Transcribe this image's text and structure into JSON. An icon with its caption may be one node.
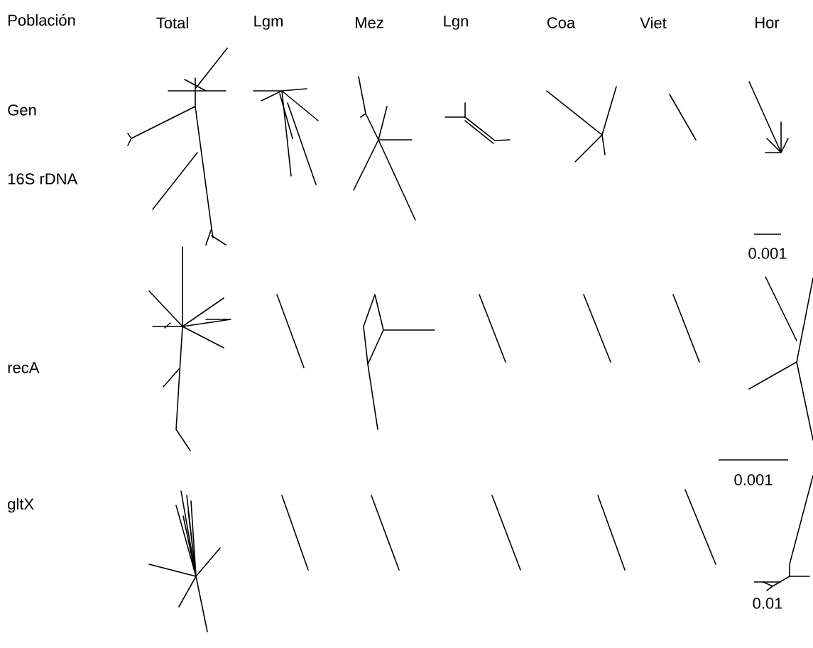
{
  "diagram": {
    "labels": [
      "Población",
      "Total",
      "Lgm",
      "Mez",
      "Lgn",
      "Coa",
      "Viet",
      "Hor",
      "Gen",
      "16S rDNA",
      "0.001",
      "recA",
      "0.001",
      "gltX",
      "0.01"
    ]
  }
}
